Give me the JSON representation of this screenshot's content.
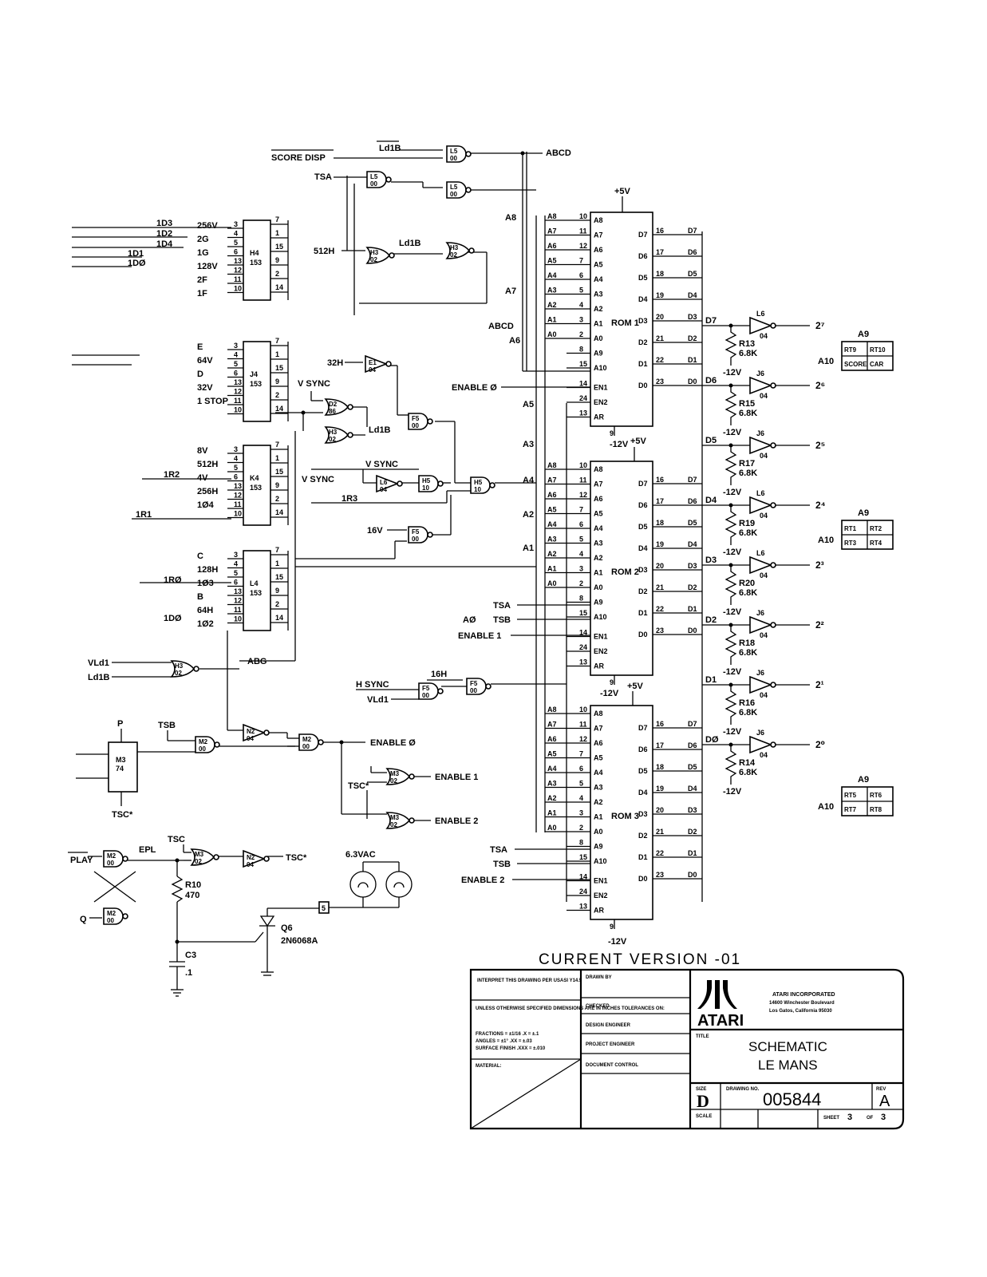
{
  "version_note": "CURRENT VERSION -01",
  "power": {
    "plus5v": "+5V",
    "minus12v": "-12V",
    "vac": "6.3VAC",
    "pin_label": "5"
  },
  "rom_chips": [
    {
      "name": "ROM 1",
      "inputs": [
        "A8",
        "A7",
        "A6",
        "A5",
        "A4",
        "A3",
        "A2",
        "A1",
        "A0",
        "A9",
        "A10",
        "EN1",
        "EN2",
        "AR"
      ],
      "in_pins": [
        "10",
        "11",
        "12",
        "7",
        "6",
        "5",
        "4",
        "3",
        "2",
        "8",
        "15",
        "14",
        "24",
        "13"
      ],
      "outputs": [
        "D7",
        "D6",
        "D5",
        "D4",
        "D3",
        "D2",
        "D1",
        "D0"
      ],
      "out_pins": [
        "16",
        "17",
        "18",
        "19",
        "20",
        "21",
        "22",
        "23"
      ],
      "gnd_pin": "9"
    },
    {
      "name": "ROM 2",
      "inputs": [
        "A8",
        "A7",
        "A6",
        "A5",
        "A4",
        "A3",
        "A2",
        "A1",
        "A0",
        "A9",
        "A10",
        "EN1",
        "EN2",
        "AR"
      ],
      "in_pins": [
        "10",
        "11",
        "12",
        "7",
        "6",
        "5",
        "4",
        "3",
        "2",
        "8",
        "15",
        "14",
        "24",
        "13"
      ],
      "outputs": [
        "D7",
        "D6",
        "D5",
        "D4",
        "D3",
        "D2",
        "D1",
        "D0"
      ],
      "out_pins": [
        "16",
        "17",
        "18",
        "19",
        "20",
        "21",
        "22",
        "23"
      ],
      "gnd_pin": "9"
    },
    {
      "name": "ROM 3",
      "inputs": [
        "A8",
        "A7",
        "A6",
        "A5",
        "A4",
        "A3",
        "A2",
        "A1",
        "A0",
        "A9",
        "A10",
        "EN1",
        "EN2",
        "AR"
      ],
      "in_pins": [
        "10",
        "11",
        "12",
        "7",
        "6",
        "5",
        "4",
        "3",
        "2",
        "8",
        "15",
        "14",
        "24",
        "13"
      ],
      "outputs": [
        "D7",
        "D6",
        "D5",
        "D4",
        "D3",
        "D2",
        "D1",
        "D0"
      ],
      "out_pins": [
        "16",
        "17",
        "18",
        "19",
        "20",
        "21",
        "22",
        "23"
      ],
      "gnd_pin": "9"
    }
  ],
  "rom_bus_labels": [
    "A8",
    "A7",
    "A6",
    "A5",
    "A4",
    "A3",
    "A2",
    "A1",
    "A0"
  ],
  "rom_side_signals": {
    "rom1": [
      "ENABLE Ø"
    ],
    "rom2": [
      "TSA",
      "TSB",
      "ENABLE 1",
      "AØ"
    ],
    "rom3": [
      "TSA",
      "TSB",
      "ENABLE 2"
    ]
  },
  "bus_taps": [
    "A8",
    "A7",
    "ABCD",
    "A6",
    "A5",
    "A3",
    "A4",
    "A2",
    "A1"
  ],
  "mux_chips": [
    {
      "id": "H4",
      "type": "153",
      "inputs": [
        "256V",
        "2G",
        "1G",
        "128V",
        "2F",
        "1F"
      ],
      "in_pins": [
        "3",
        "4",
        "5",
        "6",
        "13",
        "12",
        "11",
        "10"
      ],
      "out_pins": [
        "7",
        "1",
        "15",
        "9",
        "2",
        "14"
      ]
    },
    {
      "id": "J4",
      "type": "153",
      "inputs": [
        "E",
        "64V",
        "D",
        "32V",
        "1 STOP"
      ],
      "in_pins": [
        "3",
        "4",
        "5",
        "6",
        "13",
        "12",
        "11",
        "10"
      ],
      "out_pins": [
        "7",
        "1",
        "15",
        "9",
        "2",
        "14"
      ]
    },
    {
      "id": "K4",
      "type": "153",
      "inputs": [
        "8V",
        "512H",
        "4V",
        "256H",
        "1Ø4"
      ],
      "in_pins": [
        "3",
        "4",
        "5",
        "6",
        "13",
        "12",
        "11",
        "10"
      ],
      "out_pins": [
        "7",
        "1",
        "15",
        "9",
        "2",
        "14"
      ]
    },
    {
      "id": "L4",
      "type": "153",
      "inputs": [
        "C",
        "128H",
        "1Ø3",
        "B",
        "64H",
        "1Ø2"
      ],
      "in_pins": [
        "3",
        "4",
        "5",
        "6",
        "13",
        "12",
        "11",
        "10"
      ],
      "out_pins": [
        "7",
        "1",
        "15",
        "9",
        "2",
        "14"
      ]
    }
  ],
  "input_bus": [
    "1D3",
    "1D2",
    "1D4",
    "1D1",
    "1DØ",
    "1R2",
    "1R3",
    "1R1",
    "1RØ",
    "1DØ",
    "1Ø3",
    "1Ø4"
  ],
  "gates": [
    {
      "id": "L5",
      "type": "00"
    },
    {
      "id": "L5",
      "type": "00"
    },
    {
      "id": "L5",
      "type": "00"
    },
    {
      "id": "H3",
      "type": "02"
    },
    {
      "id": "H3",
      "type": "02"
    },
    {
      "id": "E1",
      "type": "04"
    },
    {
      "id": "D2",
      "type": "86"
    },
    {
      "id": "H3",
      "type": "02"
    },
    {
      "id": "F5",
      "type": "00"
    },
    {
      "id": "L6",
      "type": "04"
    },
    {
      "id": "H5",
      "type": "10"
    },
    {
      "id": "H5",
      "type": "10"
    },
    {
      "id": "F5",
      "type": "00"
    },
    {
      "id": "H3",
      "type": "02"
    },
    {
      "id": "F5",
      "type": "00"
    },
    {
      "id": "F5",
      "type": "00"
    },
    {
      "id": "M2",
      "type": "00"
    },
    {
      "id": "N2",
      "type": "04"
    },
    {
      "id": "M2",
      "type": "00"
    },
    {
      "id": "M3",
      "type": "02"
    },
    {
      "id": "M3",
      "type": "02"
    },
    {
      "id": "M2",
      "type": "00"
    },
    {
      "id": "M2",
      "type": "00"
    },
    {
      "id": "M3",
      "type": "02"
    },
    {
      "id": "N2",
      "type": "04"
    }
  ],
  "signals": {
    "score_disp": "SCORE DISP",
    "ld1b": "Ld1B",
    "tsa": "TSA",
    "abcd": "ABCD",
    "h512": "512H",
    "v32h": "32H",
    "vsync": "V SYNC",
    "vsync2": "V SYNC",
    "vsync_node": "V SYNC",
    "ld1b2": "Ld1B",
    "ir3": "1R3",
    "v16": "16V",
    "vld1": "VLd1",
    "ld1b3": "Ld1B",
    "abg": "ABG",
    "hsync": "H SYNC",
    "h16": "16H",
    "vld1b": "VLd1",
    "p": "P",
    "tsb": "TSB",
    "tsc_star": "TSC*",
    "enable0": "ENABLE Ø",
    "tsc_star2": "TSC*",
    "enable1": "ENABLE 1",
    "enable2": "ENABLE 2",
    "play": "PLAY",
    "q": "Q",
    "epl": "EPL",
    "tsc": "TSC",
    "tsc_out": "TSC*",
    "r10": "R10",
    "r10v": "470",
    "c3": "C3",
    "c3v": ".1",
    "q6": "Q6",
    "q6type": "2N6068A",
    "ff": "M3",
    "ff_type": "74"
  },
  "drivers": [
    {
      "gate": "L6",
      "type": "04",
      "in": "D7",
      "res": "R13",
      "resv": "6.8K",
      "out": "2⁷"
    },
    {
      "gate": "J6",
      "type": "04",
      "in": "D6",
      "res": "R15",
      "resv": "6.8K",
      "out": "2⁶"
    },
    {
      "gate": "J6",
      "type": "04",
      "in": "D5",
      "res": "R17",
      "resv": "6.8K",
      "out": "2⁵"
    },
    {
      "gate": "L6",
      "type": "04",
      "in": "D4",
      "res": "R19",
      "resv": "6.8K",
      "out": "2⁴"
    },
    {
      "gate": "L6",
      "type": "04",
      "in": "D3",
      "res": "R20",
      "resv": "6.8K",
      "out": "2³"
    },
    {
      "gate": "J6",
      "type": "04",
      "in": "D2",
      "res": "R18",
      "resv": "6.8K",
      "out": "2²"
    },
    {
      "gate": "J6",
      "type": "04",
      "in": "D1",
      "res": "R16",
      "resv": "6.8K",
      "out": "2¹"
    },
    {
      "gate": "J6",
      "type": "04",
      "in": "DØ",
      "res": "R14",
      "resv": "6.8K",
      "out": "2⁰"
    }
  ],
  "rom_tables": [
    {
      "a9": "A9",
      "a10": "A10",
      "cells": [
        "RT9",
        "RT10",
        "SCORE",
        "CAR"
      ]
    },
    {
      "a9": "A9",
      "a10": "A10",
      "cells": [
        "RT1",
        "RT2",
        "RT3",
        "RT4"
      ]
    },
    {
      "a9": "A9",
      "a10": "A10",
      "cells": [
        "RT5",
        "RT6",
        "RT7",
        "RT8"
      ]
    }
  ],
  "title_block": {
    "interpret": "INTERPRET THIS DRAWING PER USASI Y14.5",
    "unless": "UNLESS OTHERWISE SPECIFIED DIMENSIONS ARE IN INCHES TOLERANCES ON:",
    "fractions": "FRACTIONS = ±1/16   .X = ±.1",
    "angles": "ANGLES = ±1°   .XX = ±.03",
    "surface": "SURFACE FINISH   .XXX = ±.010",
    "material": "MATERIAL:",
    "drawn_by": "DRAWN BY",
    "checked": "CHECKED",
    "design_engineer": "DESIGN ENGINEER",
    "project_engineer": "PROJECT ENGINEER",
    "document_control": "DOCUMENT CONTROL",
    "company": "ATARI INCORPORATED",
    "address1": "14600 Winchester Boulevard",
    "address2": "Los Gatos, California 95030",
    "logo_text": "ATARI",
    "title_label": "TITLE",
    "title_line1": "SCHEMATIC",
    "title_line2": "LE MANS",
    "size_label": "SIZE",
    "size": "D",
    "drawing_no_label": "DRAWING NO.",
    "drawing_no": "005844",
    "rev_label": "REV",
    "rev": "A",
    "scale_label": "SCALE",
    "sheet_label": "SHEET",
    "sheet": "3",
    "of_label": "OF",
    "of": "3"
  }
}
